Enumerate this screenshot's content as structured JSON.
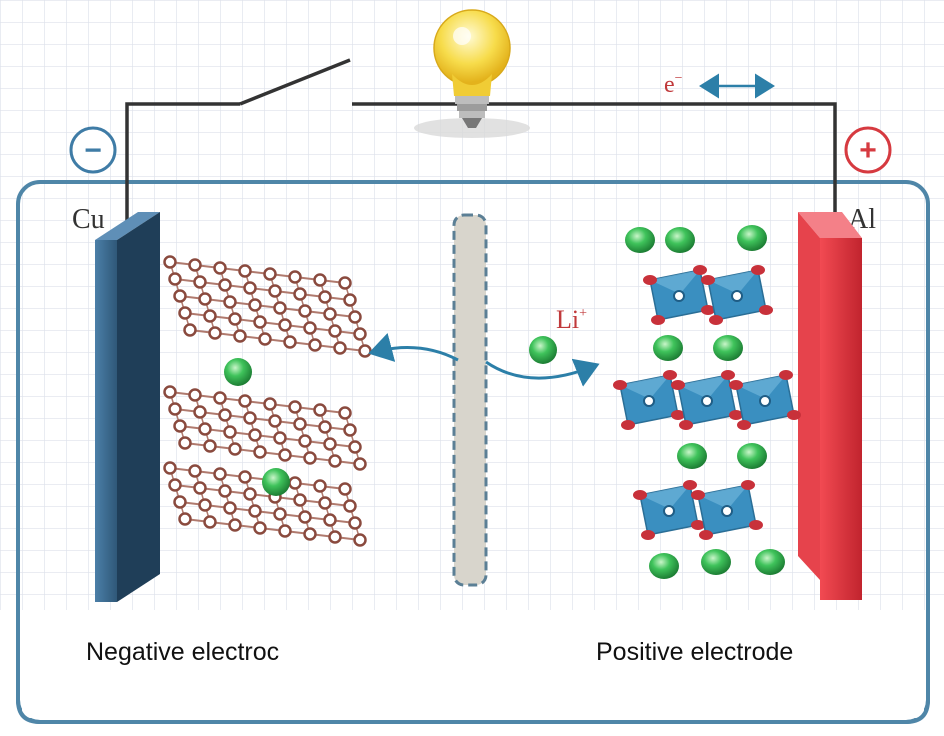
{
  "labels": {
    "negative_sign": "−",
    "positive_sign": "+",
    "cu": "Cu",
    "al": "Al",
    "electron": "e",
    "electron_sup": "−",
    "lithium": "Li",
    "lithium_sup": "+",
    "negative_caption": "Negative electroc",
    "positive_caption": "Positive electrode"
  },
  "colors": {
    "cell_border": "#4f86a8",
    "grid": "#d9dde6",
    "cu_electrode": "#3f6f96",
    "al_electrode": "#e0303a",
    "graphite_atom": "#8a4a3e",
    "lithium_ion": "#2aa84a",
    "octahedron": "#3a8fc0",
    "oxygen": "#c8313a",
    "separator": "#d8d5cc",
    "wire": "#333333",
    "sign_blue": "#3f7ca6",
    "sign_red": "#d63a40",
    "arrow": "#2c7fa8",
    "bulb": "#f5d23a"
  },
  "icons": [
    "light-bulb-icon",
    "switch-icon"
  ]
}
